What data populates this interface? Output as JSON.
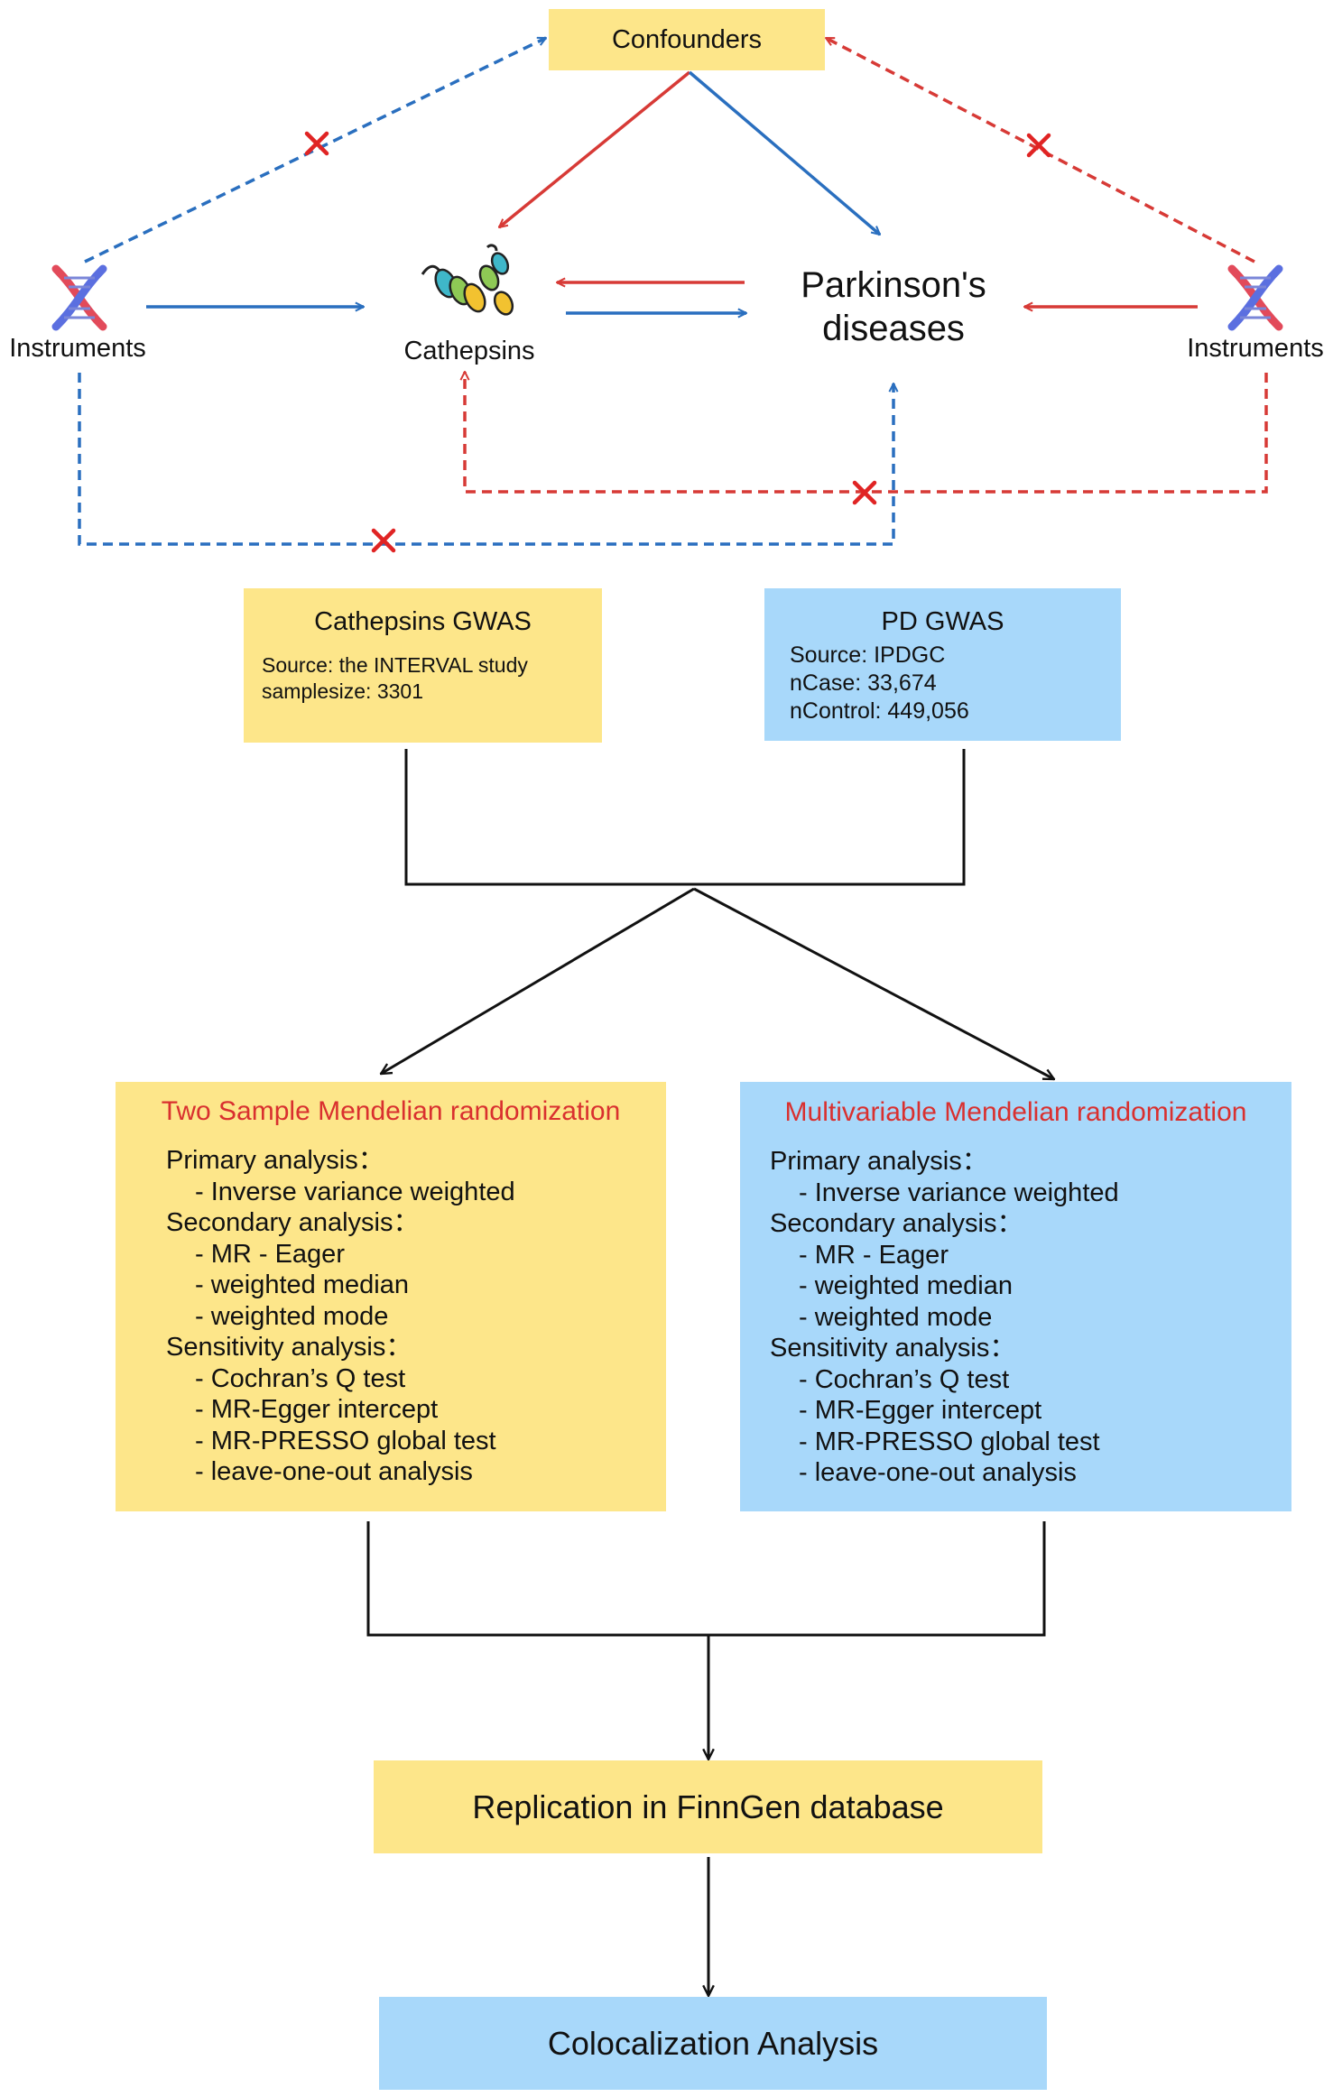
{
  "colors": {
    "yellow_box": "#fde68a",
    "blue_box": "#a8d8fa",
    "blue_arrow": "#2a6fbf",
    "red_arrow": "#d73a36",
    "red_title": "#d9302f",
    "connector": "#111111"
  },
  "causal_diagram": {
    "confounders": "Confounders",
    "instruments_left": "Instruments",
    "instruments_right": "Instruments",
    "cathepsins": "Cathepsins",
    "outcome_line1": "Parkinson's",
    "outcome_line2": "diseases",
    "icons": [
      "dna-icon",
      "protein-helix-icon",
      "blocked-path-x-icon"
    ]
  },
  "gwas": {
    "cathepsins": {
      "title": "Cathepsins GWAS",
      "lines": [
        "Source: the INTERVAL study",
        "samplesize: 3301"
      ]
    },
    "pd": {
      "title": "PD GWAS",
      "lines": [
        "Source: IPDGC",
        "nCase: 33,674",
        "nControl: 449,056"
      ]
    }
  },
  "methods": {
    "two_sample": {
      "title": "Two Sample Mendelian randomization",
      "primary_heading": "Primary analysis：",
      "primary_items": [
        "- Inverse variance weighted"
      ],
      "secondary_heading": "Secondary analysis：",
      "secondary_items": [
        "- MR - Eager",
        "- weighted median",
        "- weighted mode"
      ],
      "sensitivity_heading": "Sensitivity analysis：",
      "sensitivity_items": [
        "- Cochran’s Q test",
        "- MR-Egger intercept",
        "- MR-PRESSO global test",
        "- leave-one-out analysis"
      ]
    },
    "multivariable": {
      "title": "Multivariable Mendelian randomization",
      "primary_heading": "Primary analysis：",
      "primary_items": [
        "- Inverse variance weighted"
      ],
      "secondary_heading": "Secondary analysis：",
      "secondary_items": [
        "- MR - Eager",
        "- weighted median",
        "- weighted mode"
      ],
      "sensitivity_heading": "Sensitivity analysis：",
      "sensitivity_items": [
        "- Cochran’s Q test",
        "- MR-Egger intercept",
        "- MR-PRESSO global test",
        "- leave-one-out analysis"
      ]
    }
  },
  "replication": "Replication in FinnGen database",
  "colocalization": "Colocalization Analysis"
}
